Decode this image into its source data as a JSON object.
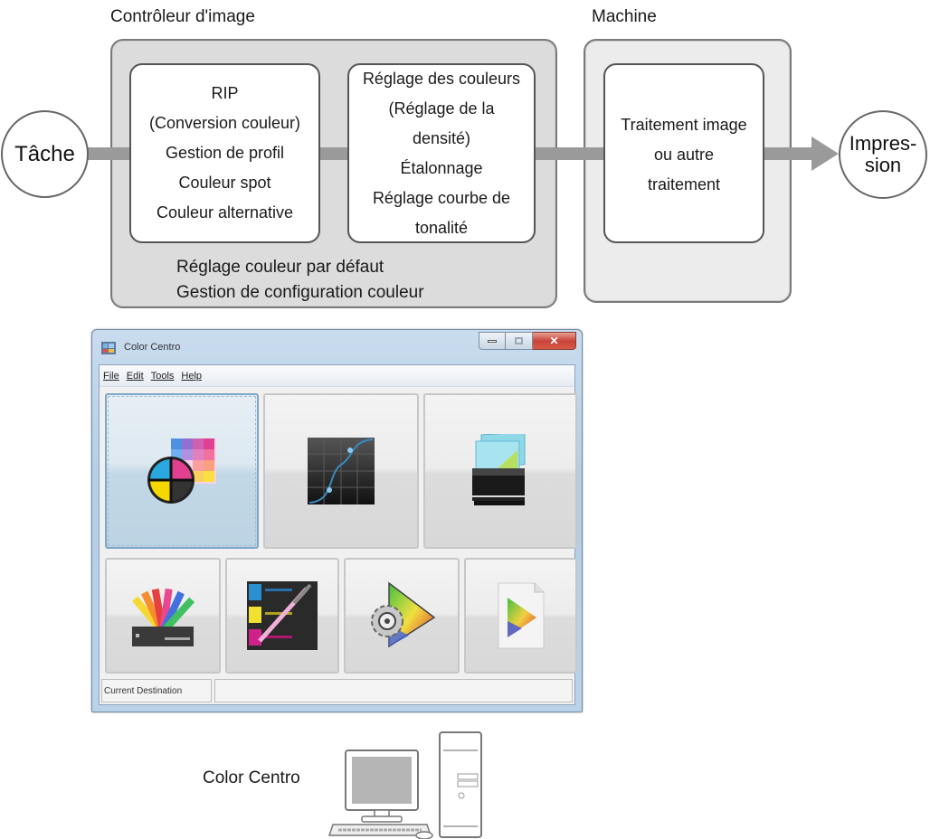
{
  "diagram": {
    "controller_label": "Contrôleur d'image",
    "machine_label": "Machine",
    "start_node": "Tâche",
    "end_node": [
      "Impres-",
      "sion"
    ],
    "rip_box": [
      "RIP",
      "(Conversion couleur)",
      "Gestion de profil",
      "Couleur spot",
      "Couleur alternative"
    ],
    "adjust_box": [
      "Réglage des couleurs",
      "(Réglage de la",
      "densité)",
      "Étalonnage",
      "Réglage courbe de",
      "tonalité"
    ],
    "controller_notes": [
      "Réglage couleur par défaut",
      "Gestion de configuration couleur"
    ],
    "machine_box": [
      "Traitement image",
      "ou autre",
      "traitement"
    ],
    "computer_label": "Color Centro",
    "colors": {
      "controller_fill": "#dcdcdc",
      "machine_fill": "#ececec",
      "connector": "#9a9a9a"
    }
  },
  "app_window": {
    "title": "Color Centro",
    "menu": [
      "File",
      "Edit",
      "Tools",
      "Help"
    ],
    "tiles_row1": [
      {
        "icon": "color-matching-icon",
        "selected": true
      },
      {
        "icon": "tone-curve-icon",
        "selected": false
      },
      {
        "icon": "profile-manager-icon",
        "selected": false
      }
    ],
    "tiles_row2": [
      {
        "icon": "spot-color-fan-icon"
      },
      {
        "icon": "color-picker-swatch-icon"
      },
      {
        "icon": "gamut-settings-icon"
      },
      {
        "icon": "profile-document-icon"
      }
    ],
    "status": {
      "label": "Current Destination",
      "value": ""
    },
    "window_buttons": [
      "minimize",
      "maximize",
      "close"
    ]
  }
}
